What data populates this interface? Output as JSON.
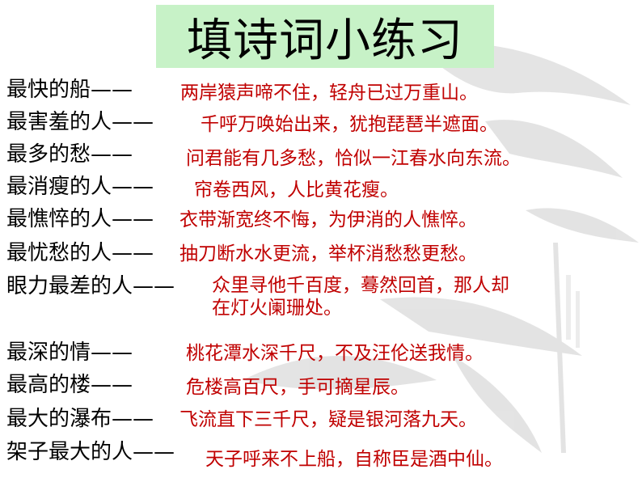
{
  "slide": {
    "title": "填诗词小练习",
    "colors": {
      "title_bg": "#c7f2c7",
      "label": "#000000",
      "verse": "#c00000"
    },
    "background_icon": "ink-bamboo-painting"
  },
  "items": [
    {
      "label": "最快的船——",
      "verse": "两岸猿声啼不住，轻舟已过万重山。"
    },
    {
      "label": "最害羞的人——",
      "verse": "千呼万唤始出来，犹抱琵琶半遮面。"
    },
    {
      "label": "最多的愁——",
      "verse": "问君能有几多愁，恰似一江春水向东流。"
    },
    {
      "label": "最消瘦的人——",
      "verse": "帘卷西风，人比黄花瘦。"
    },
    {
      "label": "最憔悴的人——",
      "verse": "衣带渐宽终不悔，为伊消的人憔悴。"
    },
    {
      "label": "最忧愁的人——",
      "verse": "抽刀断水水更流，举杯消愁愁更愁。"
    },
    {
      "label": "眼力最差的人——",
      "verse": "众里寻他千百度，蓦然回首，那人却",
      "verse_line2": "在灯火阑珊处。"
    },
    {
      "label": "最深的情——",
      "verse": "桃花潭水深千尺，不及汪伦送我情。"
    },
    {
      "label": "最高的楼——",
      "verse": "危楼高百尺，手可摘星辰。"
    },
    {
      "label": "最大的瀑布——",
      "verse": "飞流直下三千尺，疑是银河落九天。"
    },
    {
      "label": "架子最大的人——",
      "verse": "天子呼来不上船，自称臣是酒中仙。"
    }
  ]
}
